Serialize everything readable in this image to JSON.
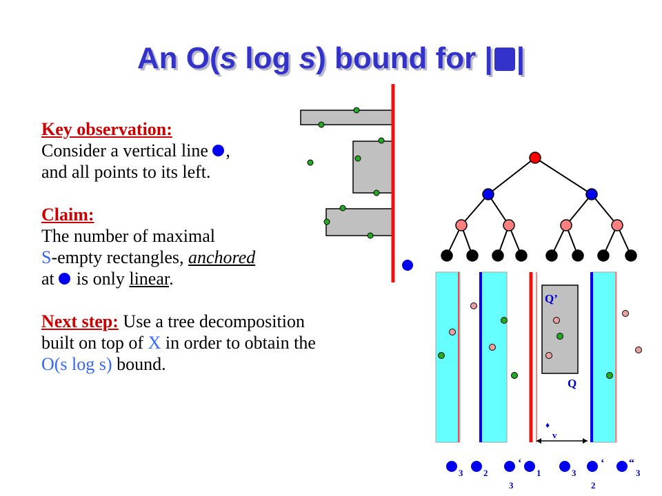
{
  "title": {
    "prefix": "An O(",
    "s1": "s",
    "mid": " log ",
    "s2": "s",
    "suffix": ") bound for |",
    "symbol": "",
    "end": "|"
  },
  "text": {
    "key_heading": "Key observation:",
    "key_line1_a": "Consider a vertical line ",
    "key_line1_b": ",",
    "key_line2": "and all points to its left.",
    "claim_heading": "Claim:",
    "claim_line1": "The number of maximal",
    "claim_line2_a": "S",
    "claim_line2_b": "-empty rectangles, ",
    "claim_line2_c": "anchored",
    "claim_line3_a": "at ",
    "claim_line3_b": " is only ",
    "claim_line3_c": "linear",
    "claim_line3_d": ".",
    "next_heading": "Next step:",
    "next_line1": " Use a tree decomposition",
    "next_line2_a": "built on top of ",
    "next_line2_b": "X",
    "next_line2_c": " in order to obtain the",
    "next_line3_a": "O(s log s)",
    "next_line3_b": " bound."
  },
  "diagram": {
    "label_q_prime": "Q’",
    "label_q": "Q",
    "label_v": "v",
    "bottom_labels": [
      {
        "sub": "3",
        "extra": ""
      },
      {
        "sub": "2",
        "extra": ""
      },
      {
        "sub": "",
        "extra": "‘",
        "under": "3"
      },
      {
        "sub": "1",
        "extra": ""
      },
      {
        "sub": "3",
        "extra": ""
      },
      {
        "sub": "",
        "extra": "‘",
        "under": "2"
      },
      {
        "sub": "3",
        "extra": "“"
      }
    ]
  },
  "colors": {
    "title": "#3333cc",
    "heading": "#cc0000",
    "accent_blue": "#3366ff",
    "strip_cyan": "#66ffff",
    "tree_red": "#ff0000",
    "tree_blue": "#0000ee",
    "tree_pink": "#ff8080",
    "point_green": "#22aa22",
    "point_pink": "#e8a0a0"
  }
}
